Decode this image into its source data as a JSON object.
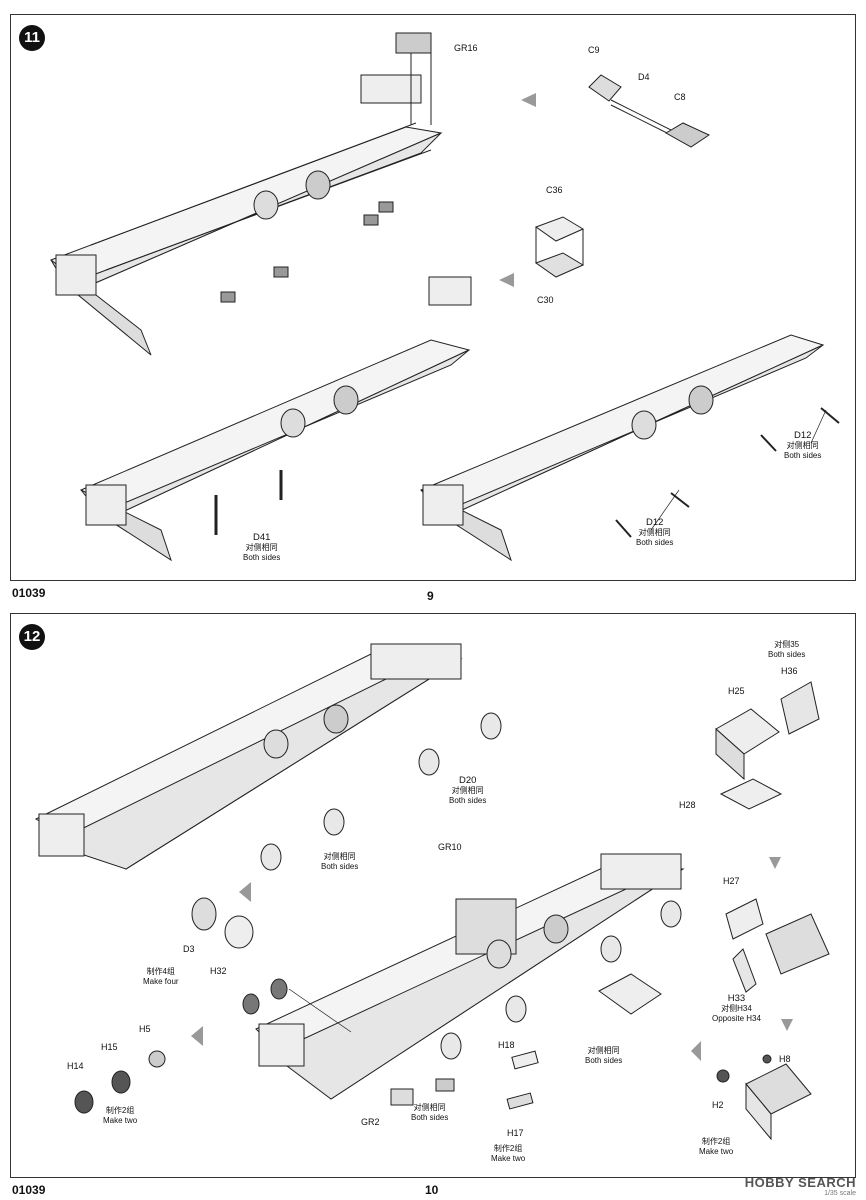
{
  "top_page": {
    "step": "11",
    "product_code": "01039",
    "page_number": "9",
    "labels": {
      "gr16": "GR16",
      "c9": "C9",
      "d4": "D4",
      "c8": "C8",
      "c36": "C36",
      "c30": "C30",
      "d41": "D41",
      "d41_cn": "对侧相同",
      "d41_en": "Both sides",
      "d12a": "D12",
      "d12a_cn": "对侧相同",
      "d12a_en": "Both sides",
      "d12b": "D12",
      "d12b_cn": "对侧相同",
      "d12b_en": "Both sides"
    }
  },
  "bottom_page": {
    "step": "12",
    "product_code": "01039",
    "page_number": "10",
    "labels": {
      "both35_cn": "对侧35",
      "both35_en": "Both sides",
      "h25": "H25",
      "h36": "H36",
      "h28": "H28",
      "d20": "D20",
      "d20_cn": "对侧相同",
      "d20_en": "Both sides",
      "wheels_cn": "对侧相同",
      "wheels_en": "Both sides",
      "gr10": "GR10",
      "h27": "H27",
      "d3": "D3",
      "h32": "H32",
      "make4_cn": "制作4组",
      "make4_en": "Make four",
      "h33": "H33",
      "h33_cn": "对侧H34",
      "h33_en": "Opposite H34",
      "h5": "H5",
      "h15": "H15",
      "h14": "H14",
      "make2a_cn": "制作2组",
      "make2a_en": "Make two",
      "h18": "H18",
      "h17": "H17",
      "make2b_cn": "制作2组",
      "make2b_en": "Make two",
      "tank_cn": "对侧相同",
      "tank_en": "Both sides",
      "gr2": "GR2",
      "gr2_cn": "对侧相同",
      "gr2_en": "Both sides",
      "h8": "H8",
      "h2": "H2",
      "make2c_cn": "制作2组",
      "make2c_en": "Make two"
    }
  },
  "watermark": {
    "brand": "HOBBY SEARCH",
    "tag": "1/35 scale"
  }
}
